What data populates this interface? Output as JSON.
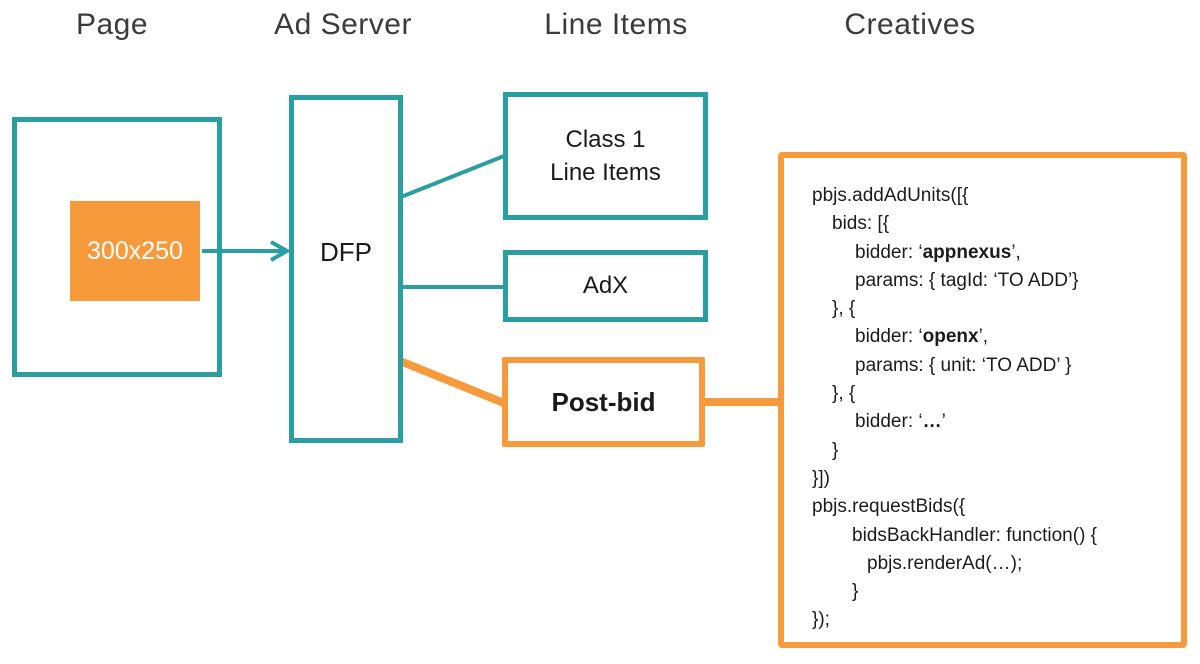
{
  "colors": {
    "teal": "#2B9EA1",
    "orange": "#F69A3C",
    "header_text": "#3B3B3B",
    "box_text": "#1A1A1A",
    "code_text": "#1C1C1C",
    "ad_slot_text": "#FFFFFF"
  },
  "headers": {
    "page": "Page",
    "ad_server": "Ad Server",
    "line_items": "Line Items",
    "creatives": "Creatives"
  },
  "page_column": {
    "ad_slot_label": "300x250"
  },
  "ad_server_column": {
    "dfp_label": "DFP"
  },
  "line_items_column": {
    "class1_line1": "Class 1",
    "class1_line2": "Line Items",
    "adx_label": "AdX",
    "postbid_label": "Post-bid"
  },
  "creatives": {
    "code_lines": [
      {
        "indent": 0,
        "parts": [
          {
            "t": "pbjs.addAdUnits([{",
            "b": false
          }
        ]
      },
      {
        "indent": 20,
        "parts": [
          {
            "t": "bids: [{",
            "b": false
          }
        ]
      },
      {
        "indent": 43,
        "parts": [
          {
            "t": "bidder: ‘",
            "b": false
          },
          {
            "t": "appnexus",
            "b": true
          },
          {
            "t": "’,",
            "b": false
          }
        ]
      },
      {
        "indent": 43,
        "parts": [
          {
            "t": "params: { tagId: ‘TO ADD’}",
            "b": false
          }
        ]
      },
      {
        "indent": 20,
        "parts": [
          {
            "t": "}, {",
            "b": false
          }
        ]
      },
      {
        "indent": 43,
        "parts": [
          {
            "t": "bidder: ‘",
            "b": false
          },
          {
            "t": "openx",
            "b": true
          },
          {
            "t": "’,",
            "b": false
          }
        ]
      },
      {
        "indent": 43,
        "parts": [
          {
            "t": "params: { unit: ‘TO ADD’ }",
            "b": false
          }
        ]
      },
      {
        "indent": 20,
        "parts": [
          {
            "t": "}, {",
            "b": false
          }
        ]
      },
      {
        "indent": 43,
        "parts": [
          {
            "t": "bidder: ‘",
            "b": false
          },
          {
            "t": "…",
            "b": true
          },
          {
            "t": "’",
            "b": false
          }
        ]
      },
      {
        "indent": 20,
        "parts": [
          {
            "t": "}",
            "b": false
          }
        ]
      },
      {
        "indent": 0,
        "parts": [
          {
            "t": "}])",
            "b": false
          }
        ]
      },
      {
        "indent": 0,
        "parts": [
          {
            "t": "pbjs.requestBids({",
            "b": false
          }
        ]
      },
      {
        "indent": 40,
        "parts": [
          {
            "t": "bidsBackHandler: function() {",
            "b": false
          }
        ]
      },
      {
        "indent": 55,
        "parts": [
          {
            "t": "pbjs.renderAd(…);",
            "b": false
          }
        ]
      },
      {
        "indent": 40,
        "parts": [
          {
            "t": "}",
            "b": false
          }
        ]
      },
      {
        "indent": 0,
        "parts": [
          {
            "t": "});",
            "b": false
          }
        ]
      }
    ]
  }
}
